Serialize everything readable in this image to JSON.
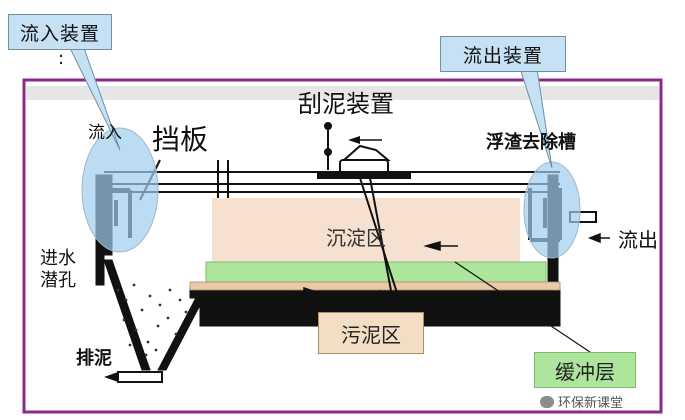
{
  "callouts": {
    "inflow_device": "流入装置",
    "outflow_device": "流出装置"
  },
  "labels": {
    "colon": ":",
    "scraper": "刮泥装置",
    "inflow": "流入",
    "baffle": "挡板",
    "scum_trough": "浮渣去除槽",
    "inlet_hole_1": "进水",
    "inlet_hole_2": "潜孔",
    "outflow": "流出",
    "sludge_discharge": "排泥"
  },
  "zones": {
    "settling": "沉淀区",
    "sludge": "污泥区",
    "buffer": "缓冲层"
  },
  "watermark": "环保新课堂",
  "colors": {
    "frame": "#8a2a8a",
    "settling_fill": "#f6e0d0",
    "buffer_fill": "#aee59c",
    "sludge_fill": "#f3ddc4",
    "callout_fill": "#c6e1f4"
  }
}
